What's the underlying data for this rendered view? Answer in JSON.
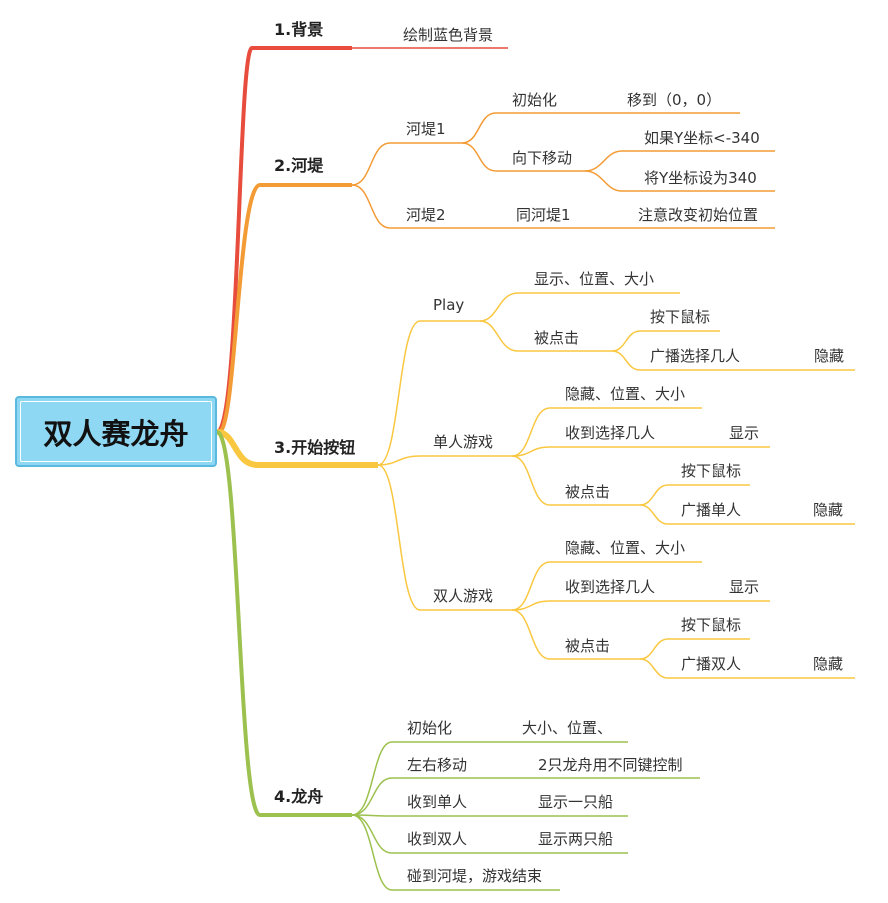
{
  "root": {
    "label": "双人赛龙舟"
  },
  "colors": {
    "red": "#e74c3c",
    "orange": "#f39b35",
    "yellow": "#f9c740",
    "green": "#9cc14e",
    "root_bg": "#8fd8f3",
    "root_border": "#5bb8de"
  },
  "branches": [
    {
      "label": "1.背景",
      "items": [
        {
          "label": "绘制蓝色背景"
        }
      ]
    },
    {
      "label": "2.河堤",
      "items": [
        {
          "label": "河堤1",
          "children": [
            {
              "label": "初始化",
              "children": [
                {
                  "label": "移到（0，0）"
                }
              ]
            },
            {
              "label": "向下移动",
              "children": [
                {
                  "label": "如果Y坐标<-340"
                },
                {
                  "label": "将Y坐标设为340"
                }
              ]
            }
          ]
        },
        {
          "label": "河堤2",
          "children": [
            {
              "label": "同河堤1",
              "children": [
                {
                  "label": "注意改变初始位置"
                }
              ]
            }
          ]
        }
      ]
    },
    {
      "label": "3.开始按钮",
      "items": [
        {
          "label": "Play",
          "children": [
            {
              "label": "显示、位置、大小"
            },
            {
              "label": "被点击",
              "children": [
                {
                  "label": "按下鼠标"
                },
                {
                  "label": "广播选择几人",
                  "children": [
                    {
                      "label": "隐藏"
                    }
                  ]
                }
              ]
            }
          ]
        },
        {
          "label": "单人游戏",
          "children": [
            {
              "label": "隐藏、位置、大小"
            },
            {
              "label": "收到选择几人",
              "children": [
                {
                  "label": "显示"
                }
              ]
            },
            {
              "label": "被点击",
              "children": [
                {
                  "label": "按下鼠标"
                },
                {
                  "label": "广播单人",
                  "children": [
                    {
                      "label": "隐藏"
                    }
                  ]
                }
              ]
            }
          ]
        },
        {
          "label": "双人游戏",
          "children": [
            {
              "label": "隐藏、位置、大小"
            },
            {
              "label": "收到选择几人",
              "children": [
                {
                  "label": "显示"
                }
              ]
            },
            {
              "label": "被点击",
              "children": [
                {
                  "label": "按下鼠标"
                },
                {
                  "label": "广播双人",
                  "children": [
                    {
                      "label": "隐藏"
                    }
                  ]
                }
              ]
            }
          ]
        }
      ]
    },
    {
      "label": "4.龙舟",
      "items": [
        {
          "label": "初始化",
          "children": [
            {
              "label": "大小、位置、"
            }
          ]
        },
        {
          "label": "左右移动",
          "children": [
            {
              "label": "2只龙舟用不同键控制"
            }
          ]
        },
        {
          "label": "收到单人",
          "children": [
            {
              "label": "显示一只船"
            }
          ]
        },
        {
          "label": "收到双人",
          "children": [
            {
              "label": "显示两只船"
            }
          ]
        },
        {
          "label": "碰到河堤，游戏结束"
        }
      ]
    }
  ]
}
